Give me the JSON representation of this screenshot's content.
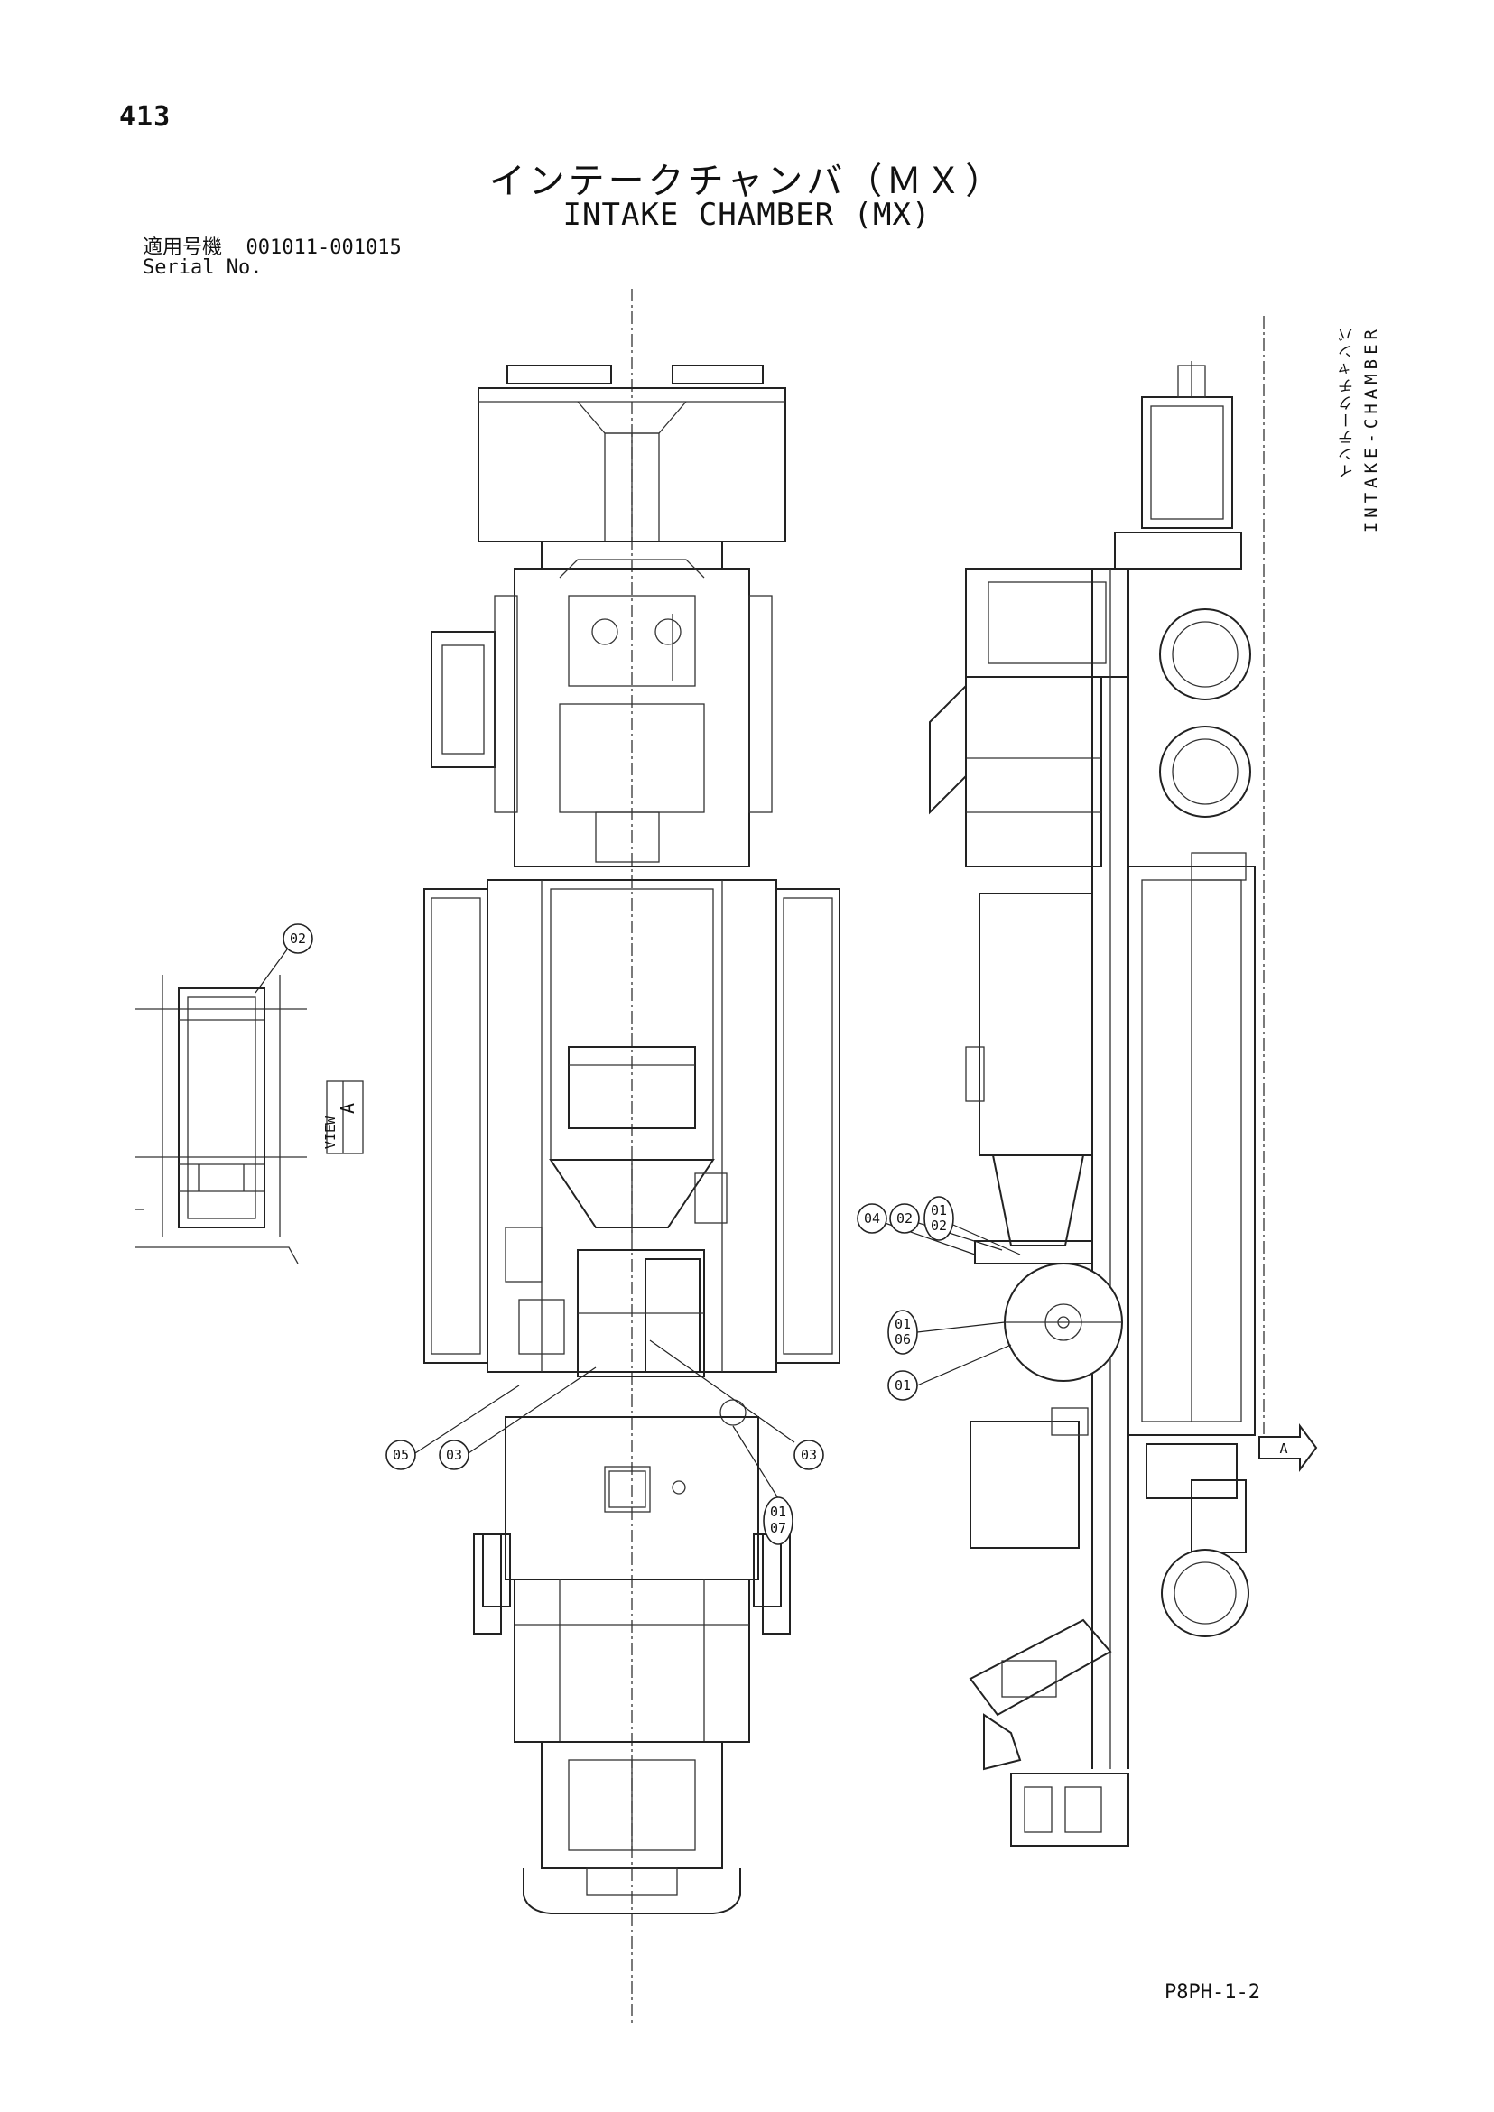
{
  "page_number": "413",
  "title_jp": "インテークチャンバ（ＭＸ）",
  "title_en": "INTAKE CHAMBER (MX)",
  "serial": {
    "label_jp": "適用号機",
    "label_en": "Serial No.",
    "value": "001011-001015"
  },
  "side_label": {
    "jp": "インテークチャンバ",
    "en": "INTAKE-CHAMBER"
  },
  "view_label": {
    "letter": "A",
    "small": "VIEW"
  },
  "callouts": {
    "inset_02": "02",
    "plan_05": "05",
    "plan_03a": "03",
    "plan_03b": "03",
    "plan_01_07": "01\n07",
    "side_04": "04",
    "side_02": "02",
    "side_01_02": "01\n02",
    "side_01_06": "01\n06",
    "side_01": "01"
  },
  "side_arrow_letter": "A",
  "page_code": "P8PH-1-2"
}
